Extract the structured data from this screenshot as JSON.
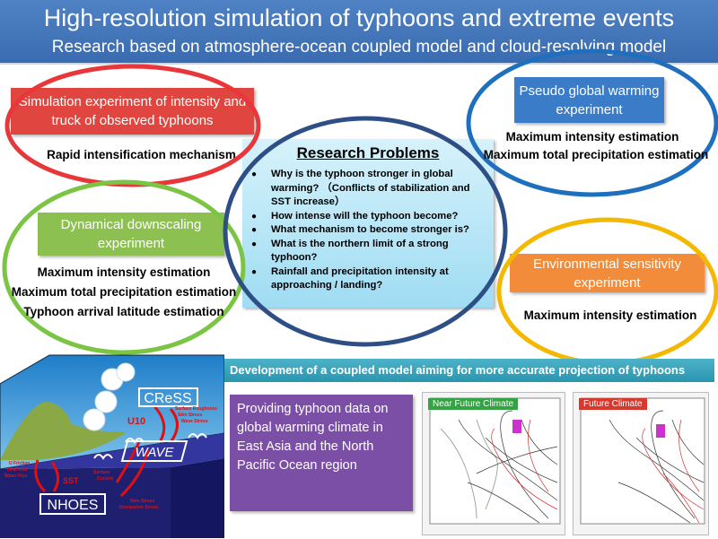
{
  "header": {
    "title": "High-resolution simulation of typhoons and extreme events",
    "subtitle": "Research based on atmosphere-ocean coupled model and cloud-resolving model"
  },
  "observed": {
    "label": "Simulation experiment of intensity and truck of observed typhoons",
    "items": [
      "Rapid intensification mechanism"
    ],
    "color": "#e8373a"
  },
  "pseudo": {
    "label": "Pseudo global warming experiment",
    "items": [
      "Maximum intensity estimation",
      "Maximum total precipitation estimation"
    ],
    "color": "#1f6fbf"
  },
  "downscaling": {
    "label": "Dynamical downscaling experiment",
    "items": [
      "Maximum intensity estimation",
      "Maximum total precipitation estimation",
      "Typhoon arrival latitude estimation"
    ],
    "color": "#7cc444"
  },
  "sensitivity": {
    "label": "Environmental sensitivity experiment",
    "items": [
      "Maximum intensity estimation"
    ],
    "color": "#f5b800"
  },
  "problems": {
    "title": "Research Problems",
    "items": [
      "Why is the typhoon stronger in global warming? （Conflicts of stabilization and SST increase）",
      "How intense will the typhoon become?",
      "What mechanism to become stronger is?",
      "What is the northern limit of a strong typhoon?",
      "Rainfall and precipitation intensity at approaching / landing?"
    ]
  },
  "banner": "Development of a coupled model aiming for more accurate projection of typhoons",
  "providing": "Providing typhoon data on global warming climate in East Asia and the North Pacific Ocean region",
  "maps": [
    {
      "label": "Near Future Climate",
      "color": "#35a245"
    },
    {
      "label": "Future Climate",
      "color": "#d63a2e"
    }
  ],
  "model": {
    "cress": "CReSS",
    "wave": "WAVE",
    "nhoes": "NHOES",
    "u10": "U10",
    "sst": "SST",
    "cress_wave": [
      "Surface Roughness",
      "Skin Stress",
      "Wave Stress"
    ],
    "nhoes_left": [
      "U Friction",
      "Heat Flux",
      "Water Flux"
    ],
    "surface_current": [
      "Surface",
      "Current"
    ],
    "wave_nhoes": [
      "Skin Stress",
      "Dissipation Stress"
    ]
  }
}
